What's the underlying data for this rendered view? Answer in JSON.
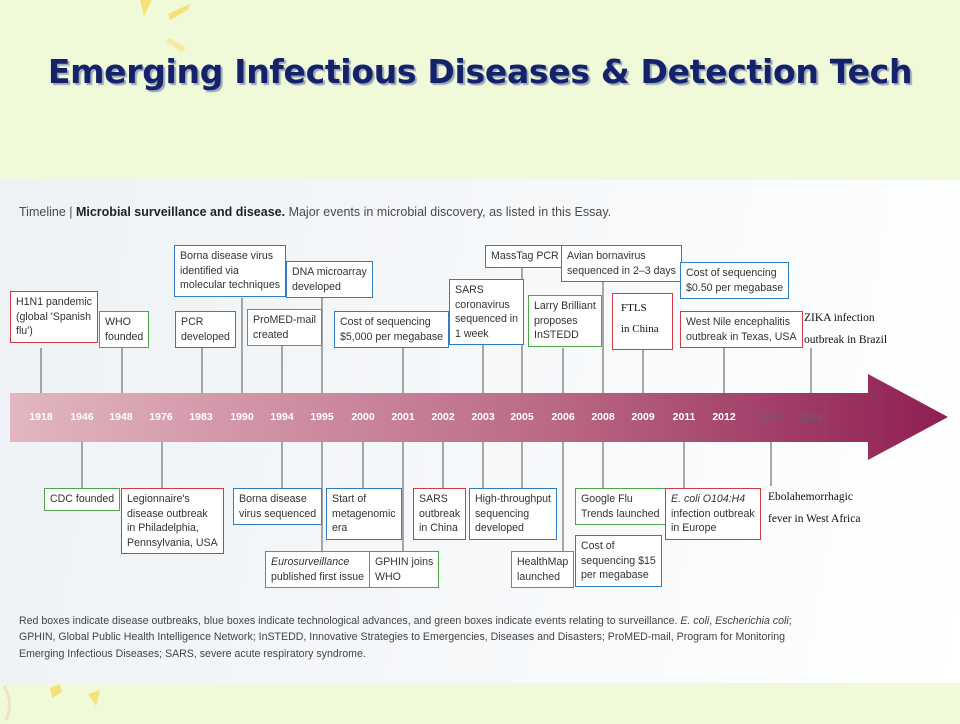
{
  "title": "Emerging Infectious Diseases & Detection Tech",
  "header": {
    "timeline_word": "Timeline | ",
    "subject": "Microbial surveillance and disease.",
    "description": " Major events in microbial discovery, as listed in this Essay."
  },
  "years": [
    "1918",
    "1946",
    "1948",
    "1976",
    "1983",
    "1990",
    "1994",
    "1995",
    "2000",
    "2001",
    "2002",
    "2003",
    "2005",
    "2006",
    "2008",
    "2009",
    "2011",
    "2012",
    "2014",
    "2015"
  ],
  "events_above": [
    {
      "id": "h1n1",
      "color": "red",
      "lines": [
        "H1N1 pandemic",
        "(global 'Spanish",
        "flu')"
      ]
    },
    {
      "id": "who",
      "color": "green",
      "lines": [
        "WHO",
        "founded"
      ]
    },
    {
      "id": "pcr",
      "color": "blue",
      "lines": [
        "PCR",
        "developed"
      ]
    },
    {
      "id": "borna-molecular",
      "color": "blue",
      "lines": [
        "Borna disease virus",
        "identified via",
        "molecular techniques"
      ]
    },
    {
      "id": "promed",
      "color": "green",
      "lines": [
        "ProMED-mail",
        "created"
      ]
    },
    {
      "id": "dna-microarray",
      "color": "blue",
      "lines": [
        "DNA microarray",
        "developed"
      ]
    },
    {
      "id": "cost-5000",
      "color": "blue",
      "lines": [
        "Cost of sequencing",
        "$5,000 per megabase"
      ]
    },
    {
      "id": "sars-coronavirus",
      "color": "blue",
      "lines": [
        "SARS",
        "coronavirus",
        "sequenced in",
        "1 week"
      ]
    },
    {
      "id": "masstag",
      "color": "blue",
      "lines": [
        "MassTag PCR"
      ]
    },
    {
      "id": "brilliant",
      "color": "green",
      "lines": [
        "Larry Brilliant",
        "proposes",
        "InSTEDD"
      ]
    },
    {
      "id": "avian",
      "color": "blue",
      "lines": [
        "Avian bornavirus",
        "sequenced in 2–3 days"
      ]
    },
    {
      "id": "ftls",
      "color": "red",
      "lines": [
        "FTLS",
        "in China"
      ]
    },
    {
      "id": "cost-050",
      "color": "blue",
      "lines": [
        "Cost of sequencing",
        "$0.50 per megabase"
      ]
    },
    {
      "id": "west-nile",
      "color": "red",
      "lines": [
        "West Nile encephalitis",
        "outbreak in Texas, USA"
      ]
    }
  ],
  "events_below": [
    {
      "id": "cdc",
      "color": "green",
      "lines": [
        "CDC founded"
      ]
    },
    {
      "id": "legionnaire",
      "color": "red",
      "lines": [
        "Legionnaire's",
        "disease outbreak",
        "in Philadelphia,",
        "Pennsylvania, USA"
      ]
    },
    {
      "id": "borna-sequenced",
      "color": "blue",
      "lines": [
        "Borna disease",
        "virus sequenced"
      ]
    },
    {
      "id": "eurosurveillance",
      "color": "green",
      "lines": [
        "Eurosurveillance",
        "published first issue"
      ]
    },
    {
      "id": "metagenomic",
      "color": "blue",
      "lines": [
        "Start of",
        "metagenomic",
        "era"
      ]
    },
    {
      "id": "gphin",
      "color": "green",
      "lines": [
        "GPHIN joins",
        "WHO"
      ]
    },
    {
      "id": "sars-china",
      "color": "red",
      "lines": [
        "SARS",
        "outbreak",
        "in China"
      ]
    },
    {
      "id": "high-throughput",
      "color": "blue",
      "lines": [
        "High-throughput",
        "sequencing",
        "developed"
      ]
    },
    {
      "id": "healthmap",
      "color": "green",
      "lines": [
        "HealthMap",
        "launched"
      ]
    },
    {
      "id": "google-flu",
      "color": "green",
      "lines": [
        "Google Flu",
        "Trends launched"
      ]
    },
    {
      "id": "cost-15",
      "color": "blue",
      "lines": [
        "Cost of",
        "sequencing $15",
        "per megabase"
      ]
    },
    {
      "id": "ecoli",
      "color": "red",
      "lines": [
        "E. coli O104:H4",
        "infection outbreak",
        "in Europe"
      ]
    }
  ],
  "added_events": {
    "zika": [
      "ZIKA infection",
      "outbreak in Brazil"
    ],
    "ebola": [
      "Ebolahemorrhagic",
      "fever in West Africa"
    ]
  },
  "footer": {
    "line1": "Red boxes indicate disease outbreaks, blue boxes indicate technological advances, and green boxes indicate events relating to surveillance. ",
    "ecoli_italic": "E. coli",
    "ecoli_sep": ", ",
    "ecoli_full_italic": "Escherichia coli",
    "ecoli_end": ";",
    "rest": " GPHIN, Global Public Health Intelligence Network; InSTEDD, Innovative Strategies to Emergencies, Diseases and Disasters; ProMED-mail, Program for Monitoring Emerging Infectious Diseases; SARS, severe acute respiratory syndrome."
  },
  "colors": {
    "outbreak": "#d23a45",
    "technology": "#2f7dc3",
    "surveillance": "#4ea54a",
    "arrow_start": "#e2b6c1",
    "arrow_end": "#8e1f52",
    "title": "#14226a"
  }
}
